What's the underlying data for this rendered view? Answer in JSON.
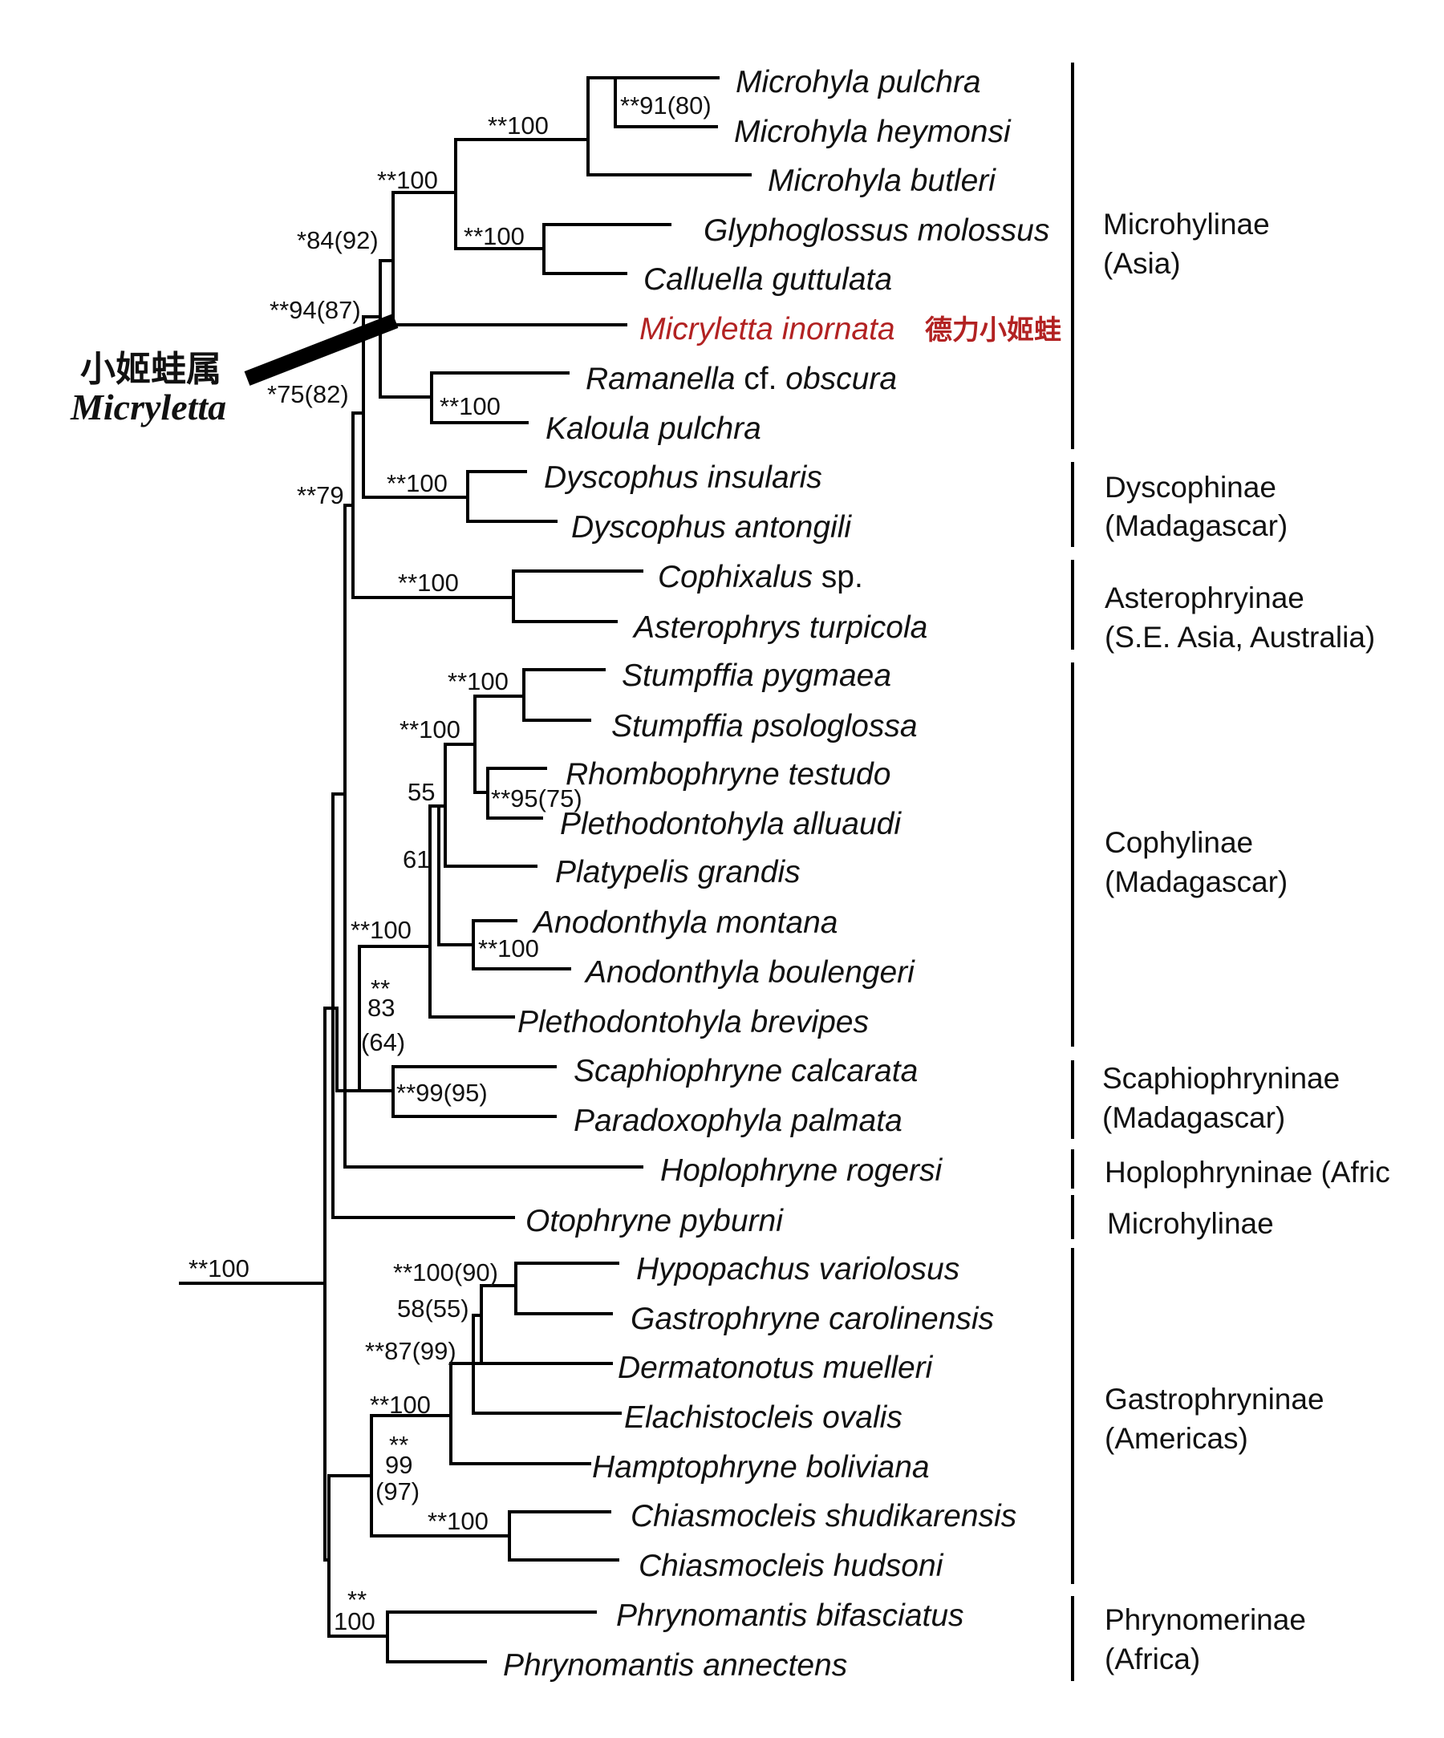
{
  "taxa": {
    "t1": {
      "pre": "",
      "it": "Microhyla pulchra",
      "post": ""
    },
    "t2": {
      "pre": "",
      "it": "Microhyla heymonsi",
      "post": ""
    },
    "t3": {
      "pre": "",
      "it": "Microhyla butleri",
      "post": ""
    },
    "t4": {
      "pre": "",
      "it": "Glyphoglossus molossus",
      "post": ""
    },
    "t5": {
      "pre": "",
      "it": "Calluella guttulata",
      "post": ""
    },
    "t6": {
      "pre": "",
      "it": "Micryletta inornata",
      "post": "",
      "cn": "德力小姬蛙"
    },
    "t7": {
      "pre": "",
      "it": "Ramanella",
      "post": " cf. ",
      "it2": "obscura"
    },
    "t8": {
      "pre": "",
      "it": "Kaloula pulchra",
      "post": ""
    },
    "t9": {
      "pre": "",
      "it": "Dyscophus insularis",
      "post": ""
    },
    "t10": {
      "pre": "",
      "it": "Dyscophus antongili",
      "post": ""
    },
    "t11": {
      "pre": "",
      "it": "Cophixalus",
      "post": " sp."
    },
    "t12": {
      "pre": "",
      "it": "Asterophrys turpicola",
      "post": ""
    },
    "t13": {
      "pre": "",
      "it": "Stumpffia pygmaea",
      "post": ""
    },
    "t14": {
      "pre": "",
      "it": "Stumpffia psologlossa",
      "post": ""
    },
    "t15": {
      "pre": "",
      "it": "Rhombophryne testudo",
      "post": ""
    },
    "t16": {
      "pre": "",
      "it": "Plethodontohyla alluaudi",
      "post": ""
    },
    "t17": {
      "pre": "",
      "it": "Platypelis grandis",
      "post": ""
    },
    "t18": {
      "pre": "",
      "it": "Anodonthyla montana",
      "post": ""
    },
    "t19": {
      "pre": "",
      "it": "Anodonthyla boulengeri",
      "post": ""
    },
    "t20": {
      "pre": "",
      "it": "Plethodontohyla brevipes",
      "post": ""
    },
    "t21": {
      "pre": "",
      "it": "Scaphiophryne calcarata",
      "post": ""
    },
    "t22": {
      "pre": "",
      "it": "Paradoxophyla palmata",
      "post": ""
    },
    "t23": {
      "pre": "",
      "it": "Hoplophryne rogersi",
      "post": ""
    },
    "t24": {
      "pre": "",
      "it": "Otophryne pyburni",
      "post": ""
    },
    "t25": {
      "pre": "",
      "it": "Hypopachus variolosus",
      "post": ""
    },
    "t26": {
      "pre": "",
      "it": "Gastrophryne carolinensis",
      "post": ""
    },
    "t27": {
      "pre": "",
      "it": "Dermatonotus muelleri",
      "post": ""
    },
    "t28": {
      "pre": "",
      "it": "Elachistocleis ovalis",
      "post": ""
    },
    "t29": {
      "pre": "",
      "it": "Hamptophryne boliviana",
      "post": ""
    },
    "t30": {
      "pre": "",
      "it": "Chiasmocleis shudikarensis",
      "post": ""
    },
    "t31": {
      "pre": "",
      "it": "Chiasmocleis hudsoni",
      "post": ""
    },
    "t32": {
      "pre": "",
      "it": "Phrynomantis bifasciatus",
      "post": ""
    },
    "t33": {
      "pre": "",
      "it": "Phrynomantis annectens",
      "post": ""
    }
  },
  "support": {
    "s_root": "**100",
    "s_micro": "**91(80)",
    "s_micro2": "**100",
    "s_micro3": "**100",
    "s_glypho": "**100",
    "s_84": "*84(92)",
    "s_94": "**94(87)",
    "s_ramanella": "**100",
    "s_75": "*75(82)",
    "s_dysco": "**100",
    "s_79": "**79",
    "s_astero": "**100",
    "s_stumpffia": "**100",
    "s_cophyl_a": "**100",
    "s_55": "55",
    "s_rhombo": "**95(75)",
    "s_61": "61",
    "s_anodon": "**100",
    "s_cophyl": "**100",
    "s_83a": "**",
    "s_83b": "83",
    "s_83c": "(64)",
    "s_scaph": "**99(95)",
    "s_hypo": "**100(90)",
    "s_58": "58(55)",
    "s_87": "**87(99)",
    "s_gastro": "**100",
    "s_99a": "**",
    "s_99b": "99",
    "s_99c": "(97)",
    "s_chiasmo": "**100",
    "s_phryno_a": "**",
    "s_phryno_b": "100"
  },
  "genus_label": {
    "cn": "小姬蛙属",
    "latin": "Micryletta"
  },
  "clades": {
    "c1": {
      "name": "Microhylinae",
      "region": "(Asia)"
    },
    "c2": {
      "name": "Dyscophinae",
      "region": "(Madagascar)"
    },
    "c3": {
      "name": "Asterophryinae",
      "region": "(S.E. Asia, Australia)"
    },
    "c4": {
      "name": "Cophylinae",
      "region": "(Madagascar)"
    },
    "c5": {
      "name": "Scaphiophryninae",
      "region": "(Madagascar)"
    },
    "c6": {
      "name": "Hoplophryninae (Afric",
      "region": ""
    },
    "c7": {
      "name": "Microhylinae",
      "region": ""
    },
    "c8": {
      "name": "Gastrophryninae",
      "region": "(Americas)"
    },
    "c9": {
      "name": "Phrynomerinae",
      "region": "(Africa)"
    }
  },
  "colors": {
    "highlight": "#b22222",
    "line": "#000000"
  }
}
